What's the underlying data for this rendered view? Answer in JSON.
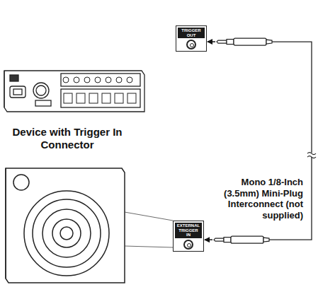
{
  "diagram": {
    "nodes": [
      {
        "text": [
          "TRIGGER OUT"
        ]
      },
      {
        "text": [
          "EXTERNAL TRIGGER IN"
        ]
      }
    ],
    "edges": [
      {
        "from": 0,
        "to": 1,
        "arrow": "both"
      }
    ],
    "labels": [
      "Device with Trigger In Connector",
      "Mono 1/8-Inch (3.5mm) Mini-Plug Interconnect (not supplied)"
    ]
  }
}
